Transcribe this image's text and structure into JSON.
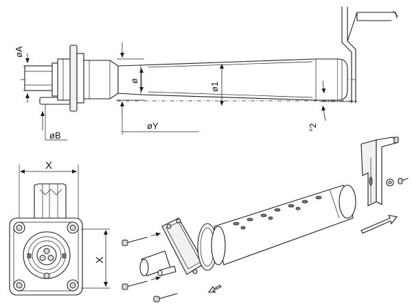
{
  "labels": {
    "diam_a": "øA",
    "diam_b": "øB",
    "diam_y": "øY",
    "diam_small": "ø",
    "diam_1": "ø1",
    "angle_2": "°2",
    "dim_x_top": "X",
    "dim_x_side": "X"
  }
}
